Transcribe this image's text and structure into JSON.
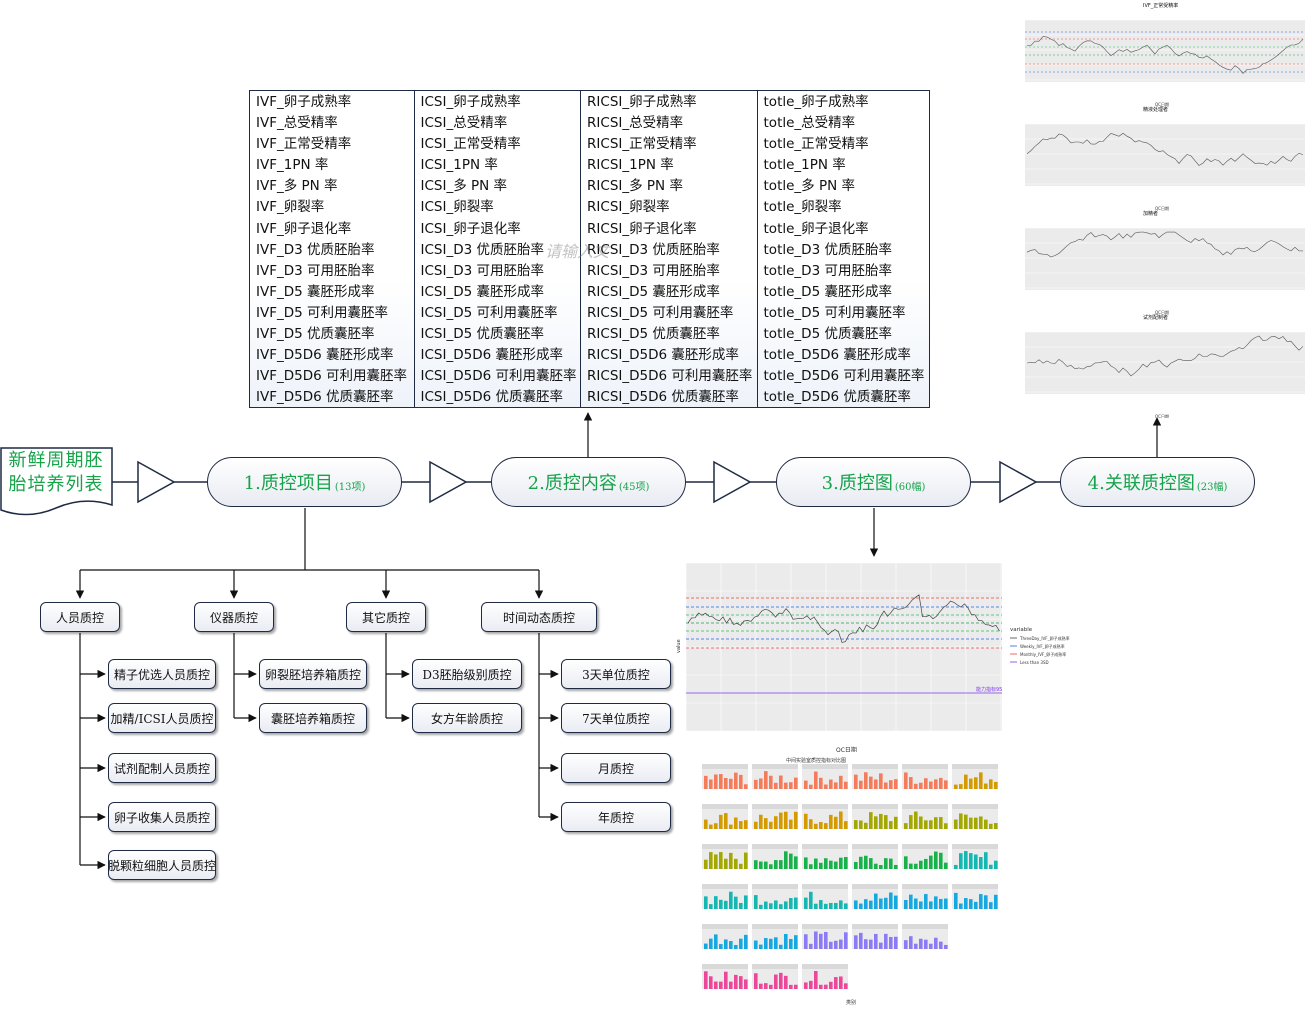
{
  "flow": {
    "doc_title": "新鲜周期胚胎培养列表",
    "stages": [
      {
        "label": "1.质控项目",
        "count": "(13项)"
      },
      {
        "label": "2.质控内容",
        "count": "(45项)"
      },
      {
        "label": "3.质控图",
        "count": "(60幅)"
      },
      {
        "label": "4.关联质控图",
        "count": "(23幅)"
      }
    ]
  },
  "categories": [
    {
      "label": "人员质控",
      "children": [
        "精子优选人员质控",
        "加精/ICSI人员质控",
        "试剂配制人员质控",
        "卵子收集人员质控",
        "脱颗粒细胞人员质控"
      ]
    },
    {
      "label": "仪器质控",
      "children": [
        "卵裂胚培养箱质控",
        "囊胚培养箱质控"
      ]
    },
    {
      "label": "其它质控",
      "children": [
        "D3胚胎级别质控",
        "女方年龄质控"
      ]
    },
    {
      "label": "时间动态质控",
      "children": [
        "3天单位质控",
        "7天单位质控",
        "月质控",
        "年质控"
      ]
    }
  ],
  "metrics_table": {
    "columns": [
      [
        "IVF_卵子成熟率",
        "IVF_总受精率",
        "IVF_正常受精率",
        "IVF_1PN 率",
        "IVF_多 PN 率",
        "IVF_卵裂率",
        "IVF_卵子退化率",
        "IVF_D3 优质胚胎率",
        "IVF_D3 可用胚胎率",
        "IVF_D5 囊胚形成率",
        "IVF_D5 可利用囊胚率",
        "IVF_D5 优质囊胚率",
        "IVF_D5D6 囊胚形成率",
        "IVF_D5D6 可利用囊胚率",
        "IVF_D5D6 优质囊胚率"
      ],
      [
        "ICSI_卵子成熟率",
        "ICSI_总受精率",
        "ICSI_正常受精率",
        "ICSI_1PN 率",
        "ICSI_多 PN 率",
        "ICSI_卵裂率",
        "ICSI_卵子退化率",
        "ICSI_D3 优质胚胎率",
        "ICSI_D3 可用胚胎率",
        "ICSI_D5 囊胚形成率",
        "ICSI_D5 可利用囊胚率",
        "ICSI_D5 优质囊胚率",
        "ICSI_D5D6 囊胚形成率",
        "ICSI_D5D6 可利用囊胚率",
        "ICSI_D5D6 优质囊胚率"
      ],
      [
        "RICSI_卵子成熟率",
        "RICSI_总受精率",
        "RICSI_正常受精率",
        "RICSI_1PN 率",
        "RICSI_多 PN 率",
        "RICSI_卵裂率",
        "RICSI_卵子退化率",
        "RICSI_D3 优质胚胎率",
        "RICSI_D3 可用胚胎率",
        "RICSI_D5 囊胚形成率",
        "RICSI_D5 可利用囊胚率",
        "RICSI_D5 优质囊胚率",
        "RICSI_D5D6 囊胚形成率",
        "RICSI_D5D6 可利用囊胚率",
        "RICSI_D5D6 优质囊胚率"
      ],
      [
        "totle_卵子成熟率",
        "totle_总受精率",
        "totle_正常受精率",
        "totle_1PN 率",
        "totle_多 PN 率",
        "totle_卵裂率",
        "totle_卵子退化率",
        "totle_D3 优质胚胎率",
        "totle_D3 可用胚胎率",
        "totle_D5 囊胚形成率",
        "totle_D5 可利用囊胚率",
        "totle_D5 优质囊胚率",
        "totle_D5D6 囊胚形成率",
        "totle_D5D6 可利用囊胚率",
        "totle_D5D6 优质囊胚率"
      ]
    ],
    "watermark": "请输入文"
  },
  "qc_chart": {
    "ylabel": "value",
    "xlabel": "QC日期",
    "legend_title": "variable",
    "legend_items": [
      "ThreeDay_IVF_卵子成熟率",
      "Weekly_IVF_卵子成熟率",
      "Monthly_IVF_卵子成熟率",
      "Less than 3SD"
    ],
    "threshold_label": "能力指标95",
    "colors": {
      "line": "#444444",
      "mean": "#16a34a",
      "sd1": "#22c55e",
      "sd2": "#ef4444",
      "sd3": "#2563eb",
      "threshold": "#7c3aed"
    }
  },
  "related_charts": {
    "titles": [
      "IVF_正常受精率",
      "精液处理者",
      "加精者",
      "试剂配制者"
    ],
    "xlabel": "QC日期"
  },
  "facet_grid": {
    "title": "中间实验室质控指标对比图",
    "xlabel": "类别",
    "colors": [
      "#f47c5a",
      "#d49b00",
      "#a3a800",
      "#17b24a",
      "#14b8b0",
      "#18a8e0",
      "#8b7cf6",
      "#ec4899"
    ]
  }
}
